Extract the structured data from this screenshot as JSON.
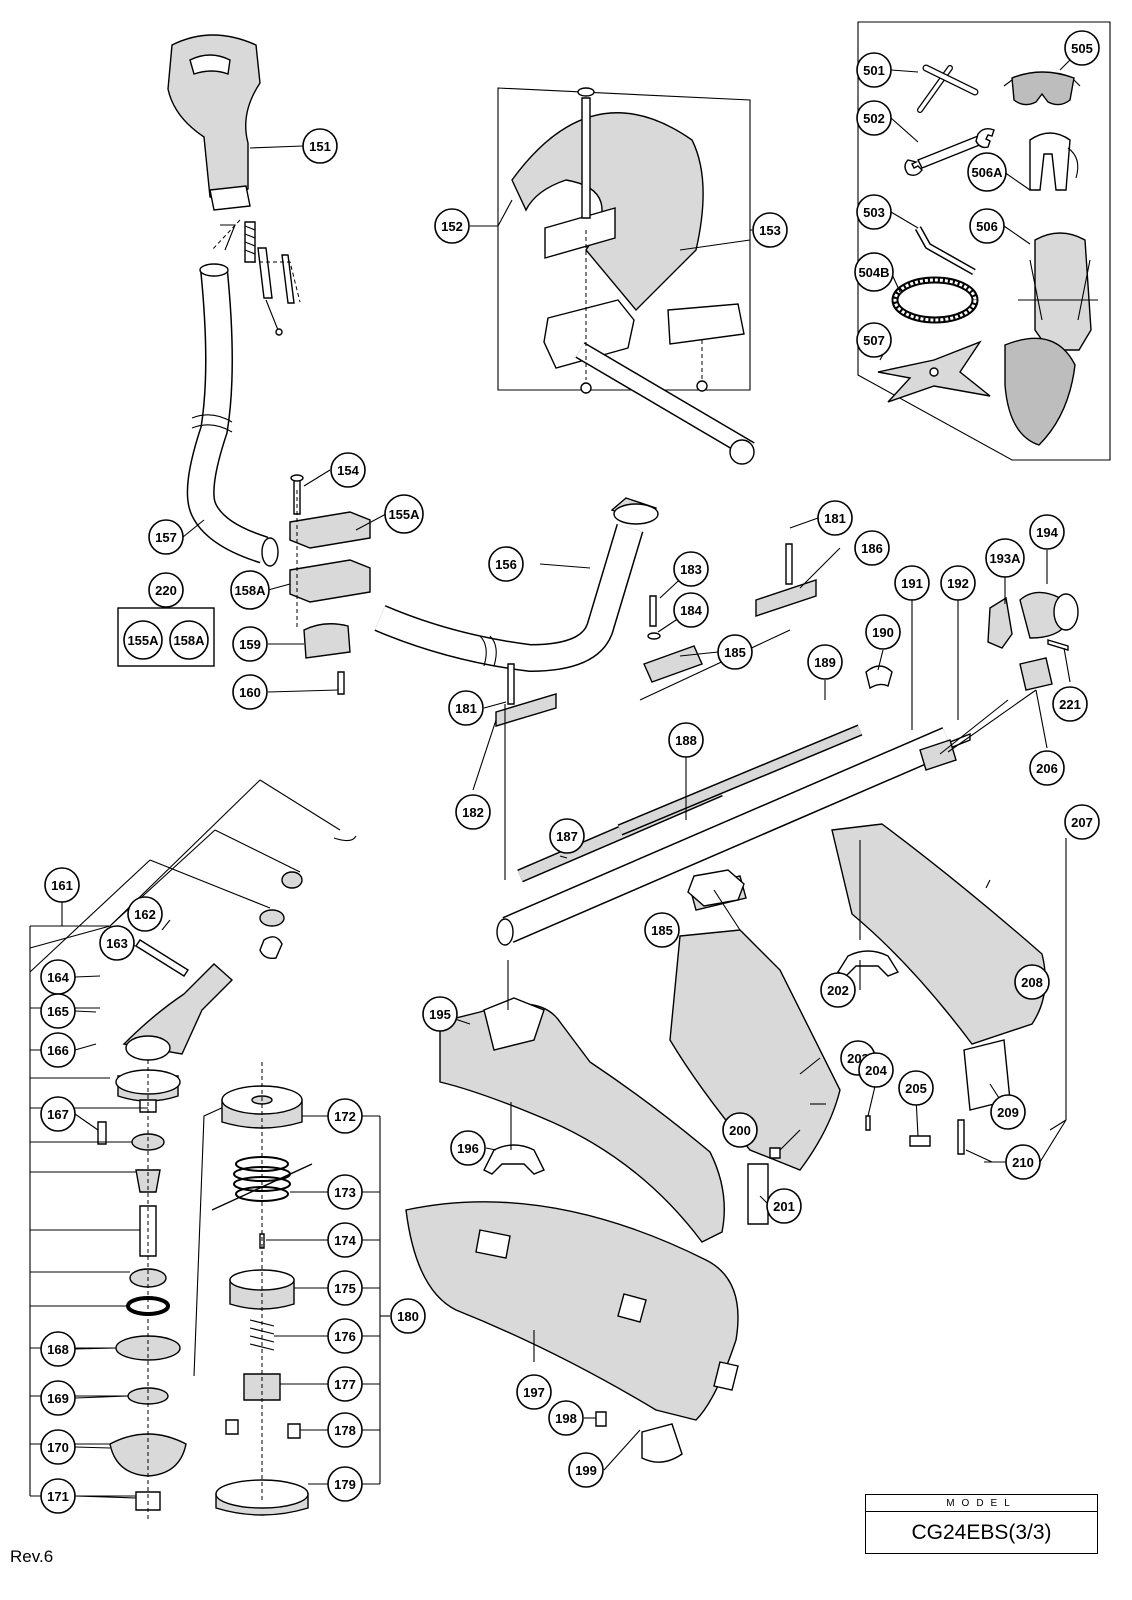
{
  "callouts": [
    {
      "id": "501",
      "label": "501"
    },
    {
      "id": "502",
      "label": "502"
    },
    {
      "id": "503",
      "label": "503"
    },
    {
      "id": "504B",
      "label": "504B"
    },
    {
      "id": "505",
      "label": "505"
    },
    {
      "id": "506",
      "label": "506"
    },
    {
      "id": "506A",
      "label": "506A"
    },
    {
      "id": "507",
      "label": "507"
    },
    {
      "id": "151",
      "label": "151"
    },
    {
      "id": "152",
      "label": "152"
    },
    {
      "id": "153",
      "label": "153"
    },
    {
      "id": "154",
      "label": "154"
    },
    {
      "id": "155A",
      "label": "155A"
    },
    {
      "id": "156",
      "label": "156"
    },
    {
      "id": "157",
      "label": "157"
    },
    {
      "id": "158A",
      "label": "158A"
    },
    {
      "id": "159",
      "label": "159"
    },
    {
      "id": "160",
      "label": "160"
    },
    {
      "id": "220",
      "label": "220"
    },
    {
      "id": "155A-kit",
      "label": "155A"
    },
    {
      "id": "158A-kit",
      "label": "158A"
    },
    {
      "id": "161",
      "label": "161"
    },
    {
      "id": "162",
      "label": "162"
    },
    {
      "id": "163",
      "label": "163"
    },
    {
      "id": "164",
      "label": "164"
    },
    {
      "id": "165",
      "label": "165"
    },
    {
      "id": "166",
      "label": "166"
    },
    {
      "id": "167",
      "label": "167"
    },
    {
      "id": "168",
      "label": "168"
    },
    {
      "id": "169",
      "label": "169"
    },
    {
      "id": "170",
      "label": "170"
    },
    {
      "id": "171",
      "label": "171"
    },
    {
      "id": "172",
      "label": "172"
    },
    {
      "id": "173",
      "label": "173"
    },
    {
      "id": "174",
      "label": "174"
    },
    {
      "id": "175",
      "label": "175"
    },
    {
      "id": "176",
      "label": "176"
    },
    {
      "id": "177",
      "label": "177"
    },
    {
      "id": "178",
      "label": "178"
    },
    {
      "id": "179",
      "label": "179"
    },
    {
      "id": "180",
      "label": "180"
    },
    {
      "id": "181a",
      "label": "181"
    },
    {
      "id": "181b",
      "label": "181"
    },
    {
      "id": "182",
      "label": "182"
    },
    {
      "id": "183",
      "label": "183"
    },
    {
      "id": "184",
      "label": "184"
    },
    {
      "id": "185a",
      "label": "185"
    },
    {
      "id": "185b",
      "label": "185"
    },
    {
      "id": "186",
      "label": "186"
    },
    {
      "id": "187",
      "label": "187"
    },
    {
      "id": "188",
      "label": "188"
    },
    {
      "id": "189",
      "label": "189"
    },
    {
      "id": "190",
      "label": "190"
    },
    {
      "id": "191",
      "label": "191"
    },
    {
      "id": "192",
      "label": "192"
    },
    {
      "id": "193A",
      "label": "193A"
    },
    {
      "id": "194",
      "label": "194"
    },
    {
      "id": "195",
      "label": "195"
    },
    {
      "id": "196",
      "label": "196"
    },
    {
      "id": "197",
      "label": "197"
    },
    {
      "id": "198",
      "label": "198"
    },
    {
      "id": "199",
      "label": "199"
    },
    {
      "id": "200",
      "label": "200"
    },
    {
      "id": "201",
      "label": "201"
    },
    {
      "id": "202",
      "label": "202"
    },
    {
      "id": "203",
      "label": "203"
    },
    {
      "id": "204",
      "label": "204"
    },
    {
      "id": "205",
      "label": "205"
    },
    {
      "id": "206",
      "label": "206"
    },
    {
      "id": "207",
      "label": "207"
    },
    {
      "id": "208",
      "label": "208"
    },
    {
      "id": "209",
      "label": "209"
    },
    {
      "id": "210",
      "label": "210"
    },
    {
      "id": "221",
      "label": "221"
    }
  ],
  "model": {
    "caption": "MODEL",
    "name": "CG24EBS(3/3)"
  },
  "revision": "Rev.6"
}
